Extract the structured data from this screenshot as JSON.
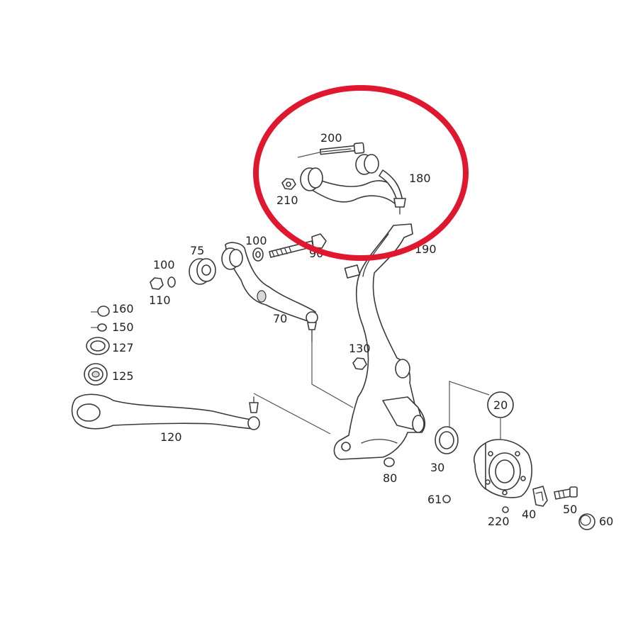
{
  "labels": {
    "p200": "200",
    "p180": "180",
    "p210": "210",
    "p100a": "100",
    "p90": "90",
    "p190": "190",
    "p75": "75",
    "p100b": "100",
    "p110": "110",
    "p160": "160",
    "p150": "150",
    "p127": "127",
    "p125": "125",
    "p70": "70",
    "p130": "130",
    "p20": "20",
    "p120": "120",
    "p30": "30",
    "p80": "80",
    "p61": "61",
    "p40": "40",
    "p50": "50",
    "p220": "220",
    "p60": "60"
  },
  "colors": {
    "highlight": "#e0182f",
    "line": "#3a3a3a"
  }
}
